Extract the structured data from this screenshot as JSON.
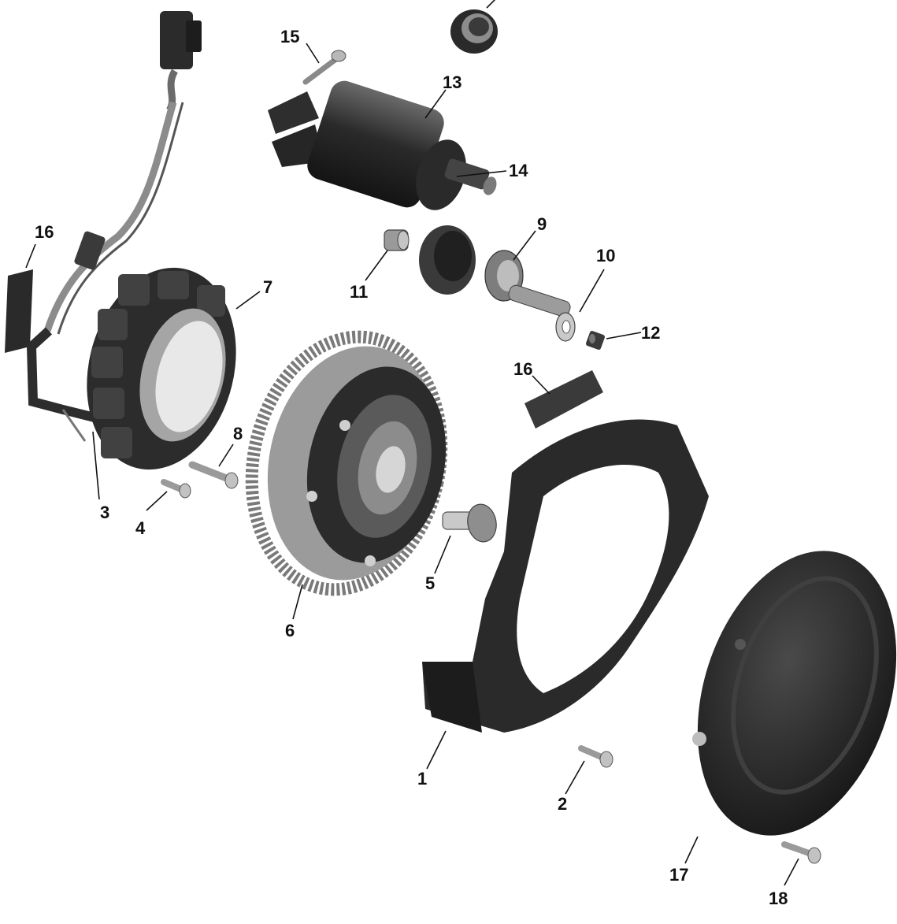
{
  "colors": {
    "part_dark": "#2b2b2b",
    "part_mid": "#555555",
    "part_light": "#8a8a8a",
    "highlight": "#c9c9c9",
    "label": "#111111"
  },
  "callouts": {
    "c1": "1",
    "c2": "2",
    "c3": "3",
    "c4": "4",
    "c5": "5",
    "c6": "6",
    "c7": "7",
    "c8": "8",
    "c9": "9",
    "c10": "10",
    "c11": "11",
    "c12": "12",
    "c13": "13",
    "c14": "14",
    "c15": "15",
    "c16a": "16",
    "c16b": "16",
    "c17": "17",
    "c18": "18"
  },
  "icons": {
    "p1": "magneto-cover-gasket-icon",
    "p2": "screw-icon",
    "p3": "wiring-harness-icon",
    "p4": "screw-icon",
    "p5": "plug-screw-icon",
    "p6": "flywheel-ring-gear-icon",
    "p7": "stator-icon",
    "p8": "bolt-icon",
    "p9": "starter-drive-icon",
    "p10": "washer-icon",
    "p11": "bushing-icon",
    "p12": "nut-icon",
    "p13": "starter-motor-icon",
    "p15": "bolt-icon",
    "p16": "adhesive-pad-icon",
    "p17": "magneto-cover-icon",
    "p18": "bolt-icon",
    "seal": "seal-icon"
  }
}
